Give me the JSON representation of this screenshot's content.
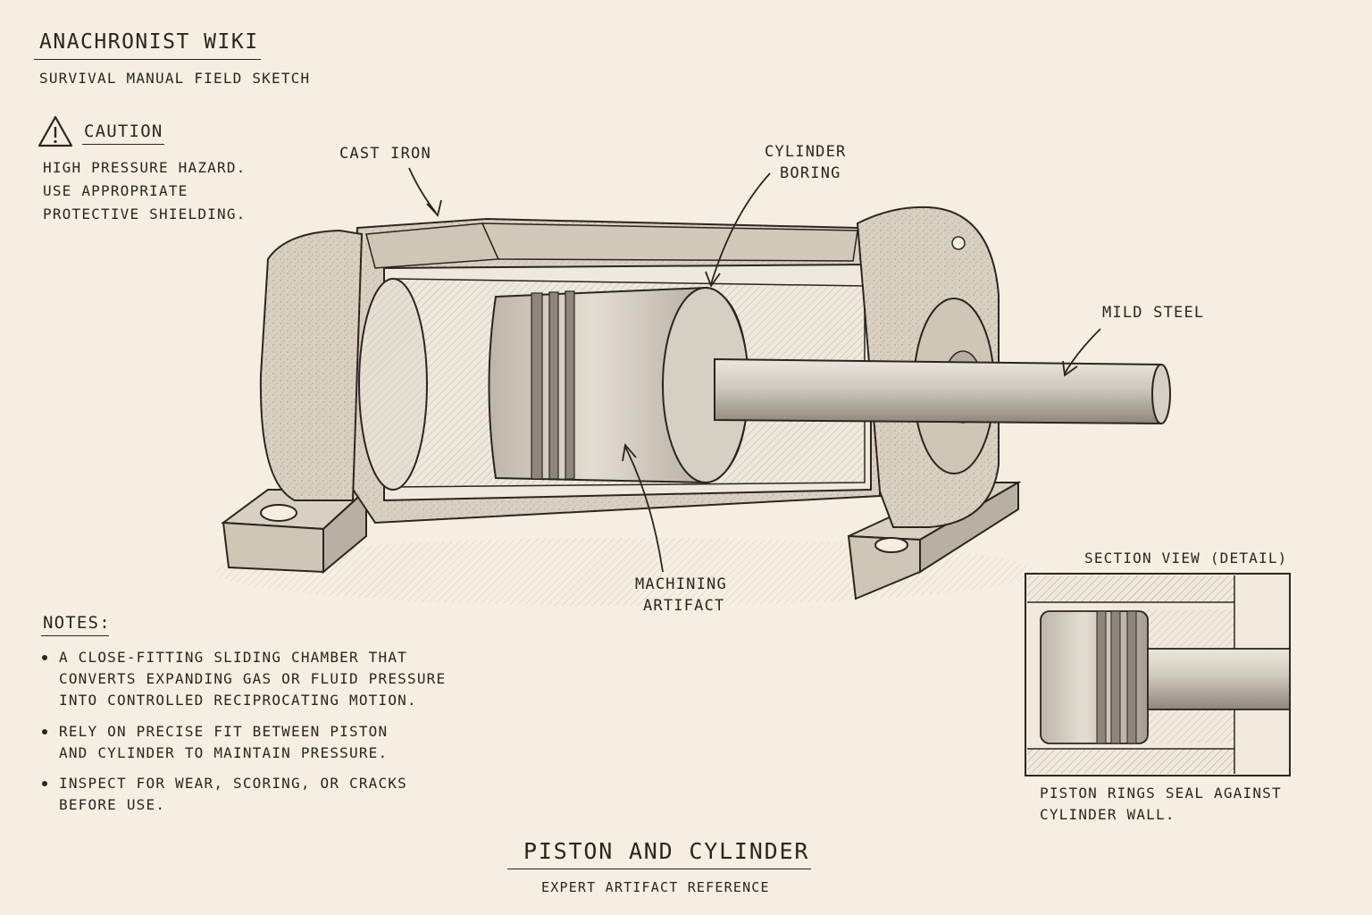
{
  "header": {
    "title": "ANACHRONIST WIKI",
    "subtitle": "SURVIVAL MANUAL FIELD SKETCH"
  },
  "caution": {
    "label": "CAUTION",
    "icon": "warning-triangle-icon",
    "lines": [
      "HIGH PRESSURE HAZARD.",
      "USE APPROPRIATE",
      "PROTECTIVE SHIELDING."
    ]
  },
  "diagram": {
    "callouts": {
      "cast_iron": "CAST IRON",
      "cylinder_boring_1": "CYLINDER",
      "cylinder_boring_2": "BORING",
      "mild_steel": "MILD STEEL",
      "machining_1": "MACHINING",
      "machining_2": "ARTIFACT"
    }
  },
  "detail": {
    "title": "SECTION VIEW (DETAIL)",
    "caption_lines": [
      "PISTON RINGS SEAL AGAINST",
      "CYLINDER WALL."
    ]
  },
  "notes": {
    "heading": "NOTES:",
    "items": [
      [
        "A CLOSE-FITTING SLIDING CHAMBER THAT",
        "CONVERTS EXPANDING GAS OR FLUID PRESSURE",
        "INTO CONTROLLED RECIPROCATING MOTION."
      ],
      [
        "RELY ON PRECISE FIT BETWEEN PISTON",
        "AND CYLINDER TO MAINTAIN PRESSURE."
      ],
      [
        "INSPECT FOR WEAR, SCORING, OR CRACKS",
        "BEFORE USE."
      ]
    ]
  },
  "footer": {
    "title": "PISTON AND CYLINDER",
    "subtitle": "EXPERT ARTIFACT REFERENCE"
  },
  "colors": {
    "paper": "#f6eee1",
    "ink": "#2b2520",
    "casting": "#d9d0c2",
    "steel": "#c8c2b8"
  }
}
